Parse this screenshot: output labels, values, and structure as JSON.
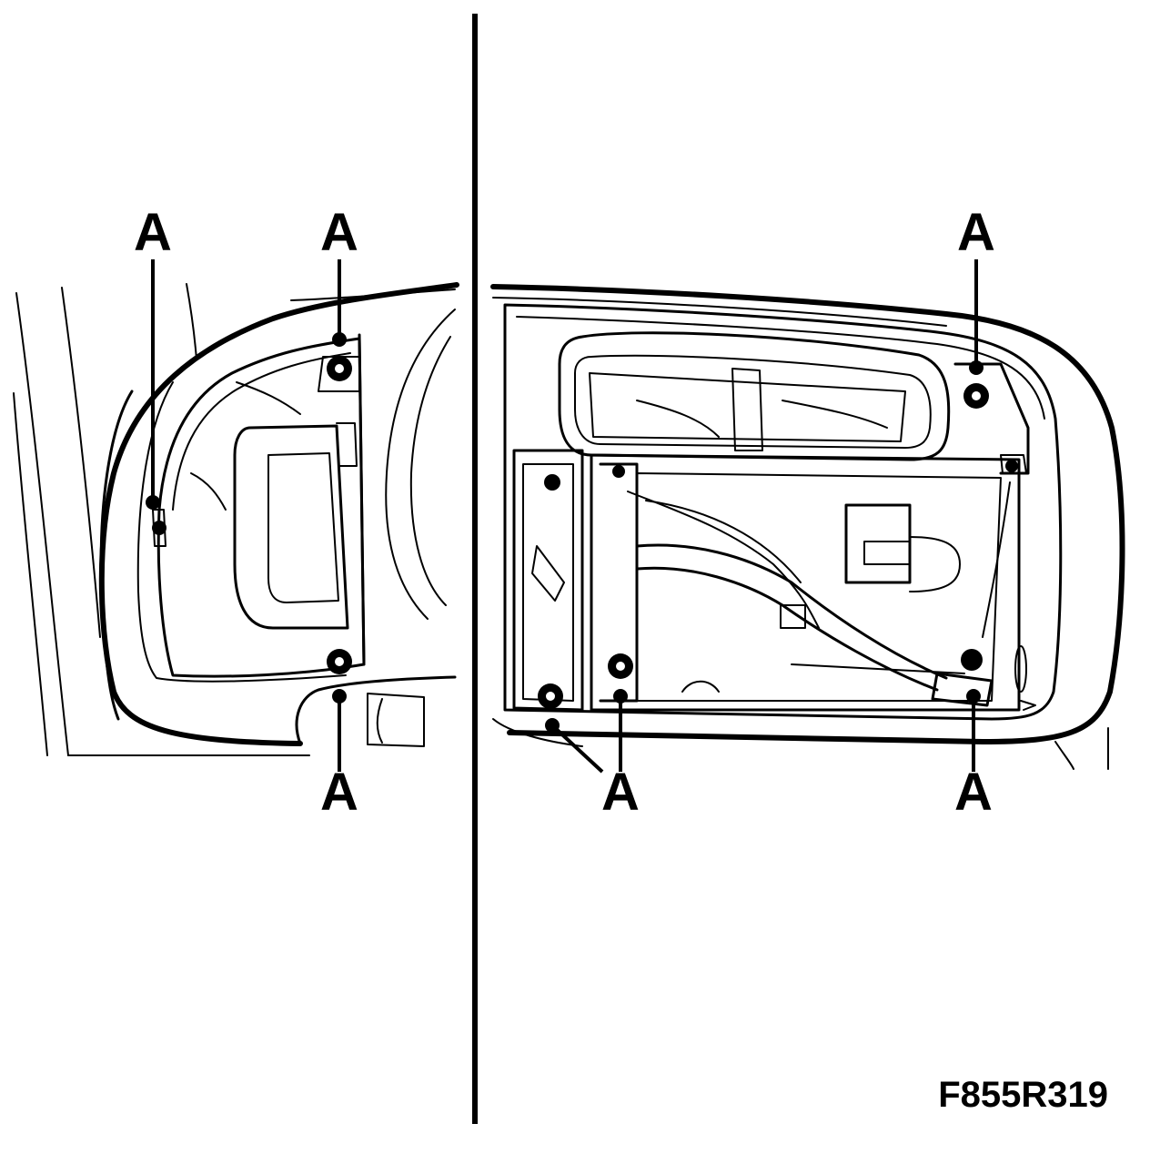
{
  "figure_id": "F855R319",
  "callout_letter": "A",
  "callouts": {
    "left_panel": [
      "A",
      "A",
      "A"
    ],
    "right_panel": [
      "A",
      "A",
      "A"
    ]
  }
}
